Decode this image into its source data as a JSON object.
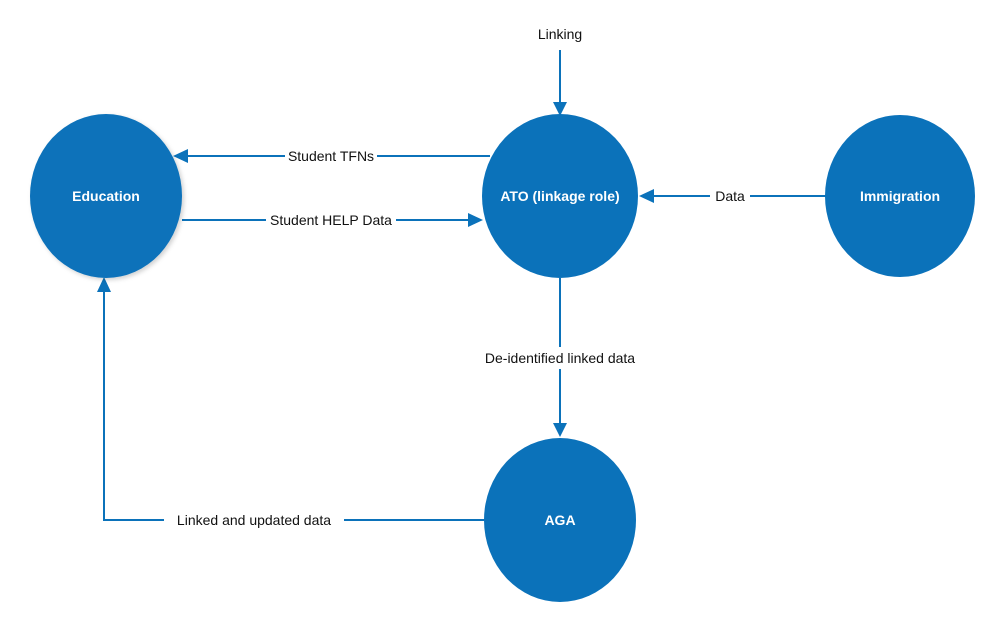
{
  "diagram": {
    "nodes": {
      "education": "Education",
      "ato": "ATO (linkage role)",
      "immigration": "Immigration",
      "aga": "AGA"
    },
    "edges": {
      "linking": "Linking",
      "student_tfns": "Student TFNs",
      "student_help": "Student HELP Data",
      "data": "Data",
      "deidentified": "De-identified linked data",
      "linked_updated": "Linked and updated data"
    },
    "colors": {
      "node_fill": "#0b72ba",
      "edge": "#0b72ba",
      "node_text": "#ffffff",
      "edge_text": "#111111"
    }
  }
}
